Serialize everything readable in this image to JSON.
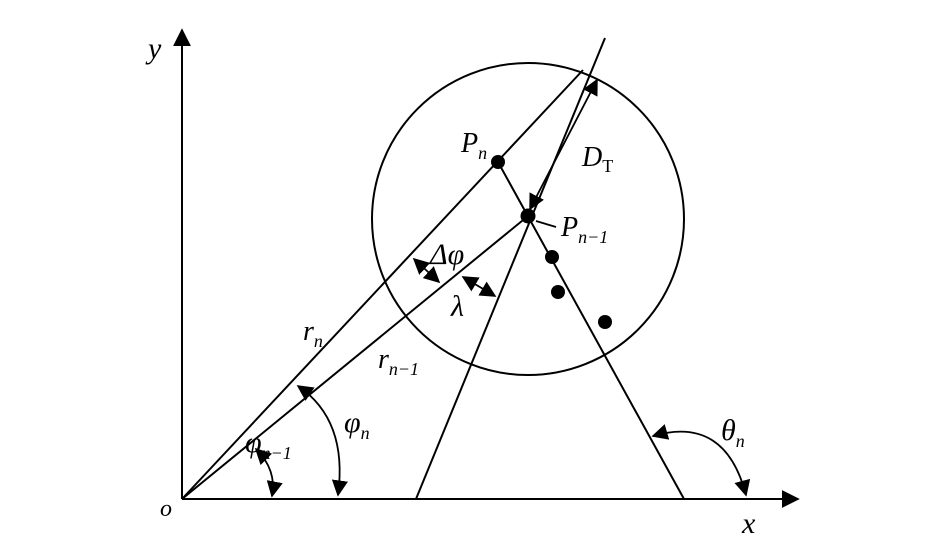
{
  "axes": {
    "x_label": "x",
    "y_label": "y",
    "origin_label": "o"
  },
  "labels": {
    "Pn": {
      "base": "P",
      "sub": "n"
    },
    "Pn1": {
      "base": "P",
      "sub": "n−1"
    },
    "DT": {
      "base": "D",
      "sub": "T"
    },
    "dphi": {
      "text": "Δφ"
    },
    "lambda": {
      "text": "λ"
    },
    "rn": {
      "base": "r",
      "sub": "n"
    },
    "rn1": {
      "base": "r",
      "sub": "n−1"
    },
    "phin": {
      "base": "φ",
      "sub": "n"
    },
    "phin1": {
      "base": "φ",
      "sub": "n−1"
    },
    "thetan": {
      "base": "θ",
      "sub": "n"
    }
  },
  "colors": {
    "ink": "#000000",
    "background": "#ffffff"
  }
}
